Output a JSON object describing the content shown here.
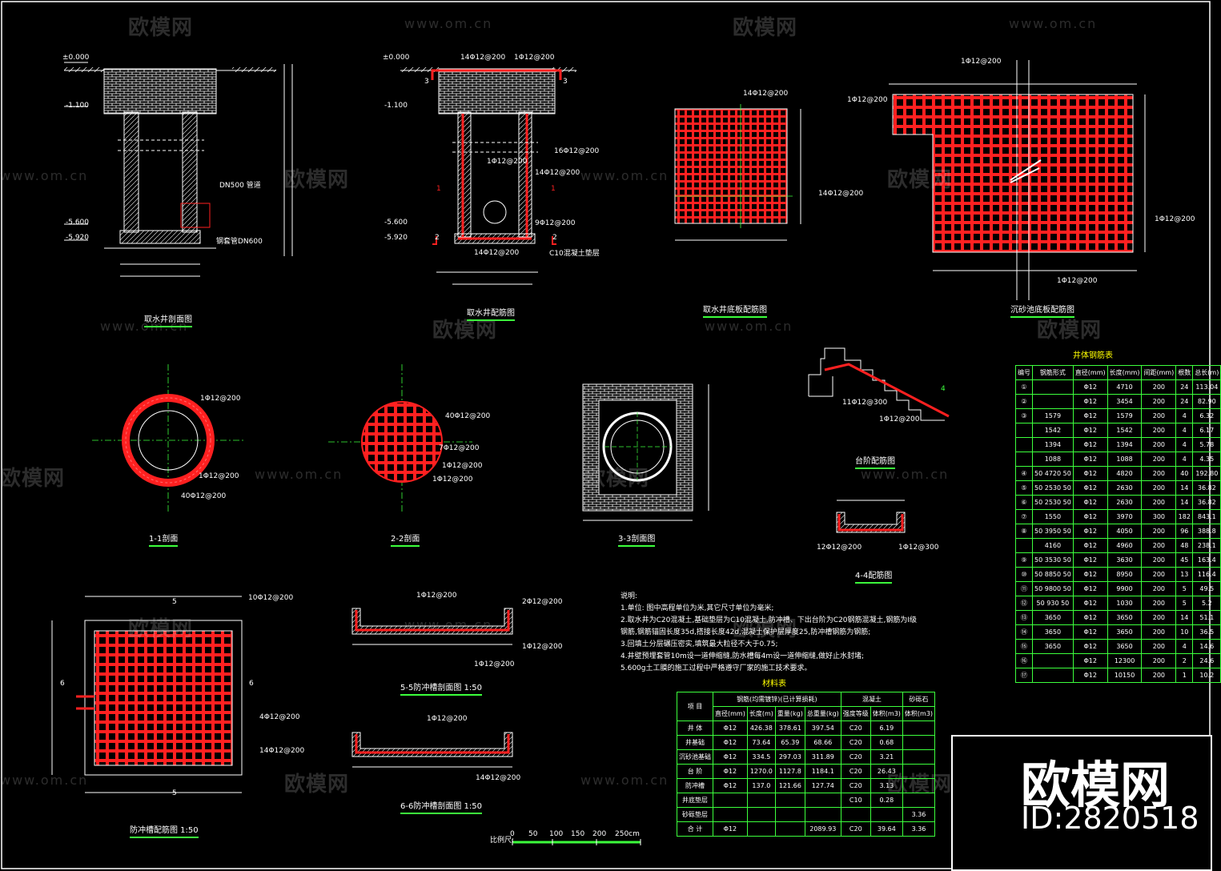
{
  "watermarks": {
    "brand": "欧模网",
    "url": "www.om.cn"
  },
  "logo": {
    "name": "欧模网",
    "id": "ID:2820518"
  },
  "drawings": {
    "titles": {
      "section_a": "取水井剖面图",
      "section_b": "取水井配筋图",
      "base_plan": "取水井底板配筋图",
      "sand_plan": "沉砂池底板配筋图",
      "cut11": "1-1剖面",
      "cut22": "2-2剖面",
      "cut33": "3-3剖面图",
      "stair": "台阶配筋图",
      "cut44": "4-4配筋图",
      "cover_plan": "防冲槽配筋图 1:50",
      "cut55": "5-5防冲槽剖面图 1:50",
      "cut66": "6-6防冲槽剖面图 1:50"
    },
    "levels": [
      "±0.000",
      "-1.100",
      "-5.600",
      "-5.920"
    ],
    "pipes": [
      "DN500 管道",
      "钢套管DN600",
      "C10混凝土垫层"
    ],
    "rebar": [
      "14Φ12@200",
      "1Φ12@200",
      "16Φ12@200",
      "2Φ12@200",
      "4Φ12@200",
      "9Φ12@200",
      "40Φ12@200",
      "7Φ12@200",
      "10Φ12@200",
      "11Φ12@300",
      "12Φ12@200",
      "1Φ12@300"
    ],
    "cut_marks": [
      "1",
      "2",
      "3",
      "4",
      "5",
      "6"
    ]
  },
  "notes": {
    "heading": "说明:",
    "lines": [
      "1.单位: 图中高程单位为米,其它尺寸单位为毫米;",
      "2.取水井为C20混凝土,基础垫层为C10混凝土,防冲槽、下出台阶为C20钢筋混凝土,钢筋为Ⅰ级",
      "   钢筋,钢筋锚固长度35d,搭接长度42d,混凝土保护层厚度25,防冲槽钢筋为钢筋;",
      "3.回填土分层碾压密实,填筑最大粒径不大于0.75;",
      "4.井壁预埋套管10m设一道伸缩缝,防水槽每4m设一道伸缩缝,做好止水封堵;",
      "5.600g土工膜的施工过程中严格遵守厂家的施工技术要求。"
    ]
  },
  "rebar_table": {
    "title": "井体钢筋表",
    "headers": [
      "编号",
      "钢筋形式",
      "直径(mm)",
      "长度(mm)",
      "间距(mm)",
      "根数",
      "总长(m)"
    ],
    "rows": [
      [
        "①",
        "",
        "Φ12",
        "4710",
        "200",
        "24",
        "113.04"
      ],
      [
        "②",
        "",
        "Φ12",
        "3454",
        "200",
        "24",
        "82.90"
      ],
      [
        "③",
        "1579",
        "Φ12",
        "1579",
        "200",
        "4",
        "6.32"
      ],
      [
        "",
        "1542",
        "Φ12",
        "1542",
        "200",
        "4",
        "6.17"
      ],
      [
        "",
        "1394",
        "Φ12",
        "1394",
        "200",
        "4",
        "5.78"
      ],
      [
        "",
        "1088",
        "Φ12",
        "1088",
        "200",
        "4",
        "4.35"
      ],
      [
        "④",
        "50 4720 50",
        "Φ12",
        "4820",
        "200",
        "40",
        "192.80"
      ],
      [
        "⑤",
        "50 2530 50",
        "Φ12",
        "2630",
        "200",
        "14",
        "36.82"
      ],
      [
        "⑥",
        "50 2530 50",
        "Φ12",
        "2630",
        "200",
        "14",
        "36.82"
      ],
      [
        "⑦",
        "1550",
        "Φ12",
        "3970",
        "300",
        "182",
        "843.1"
      ],
      [
        "⑧",
        "50 3950 50",
        "Φ12",
        "4050",
        "200",
        "96",
        "388.8"
      ],
      [
        "",
        "4160",
        "Φ12",
        "4960",
        "200",
        "48",
        "238.1"
      ],
      [
        "⑨",
        "50 3530 50",
        "Φ12",
        "3630",
        "200",
        "45",
        "163.4"
      ],
      [
        "⑩",
        "50 8850 50",
        "Φ12",
        "8950",
        "200",
        "13",
        "116.4"
      ],
      [
        "⑪",
        "50 9800 50",
        "Φ12",
        "9900",
        "200",
        "5",
        "49.5"
      ],
      [
        "⑫",
        "50 930 50",
        "Φ12",
        "1030",
        "200",
        "5",
        "5.2"
      ],
      [
        "⑬",
        "3650",
        "Φ12",
        "3650",
        "200",
        "14",
        "51.1"
      ],
      [
        "⑭",
        "3650",
        "Φ12",
        "3650",
        "200",
        "10",
        "36.5"
      ],
      [
        "⑮",
        "3650",
        "Φ12",
        "3650",
        "200",
        "4",
        "14.6"
      ],
      [
        "⑯",
        "",
        "Φ12",
        "12300",
        "200",
        "2",
        "24.6"
      ],
      [
        "⑰",
        "",
        "Φ12",
        "10150",
        "200",
        "1",
        "10.2"
      ]
    ]
  },
  "material_table": {
    "title": "材料表",
    "group_headers": [
      "项 目",
      "钢筋(均需镀锌)(已计算损耗)",
      "混凝土",
      "砂砾石"
    ],
    "sub_headers": [
      "直径(mm)",
      "长度(m)",
      "重量(kg)",
      "总重量(kg)",
      "强度等级",
      "体积(m3)",
      "体积(m3)"
    ],
    "rows": [
      [
        "井 体",
        "Φ12",
        "426.38",
        "378.61",
        "397.54",
        "C20",
        "6.19",
        ""
      ],
      [
        "井基础",
        "Φ12",
        "73.64",
        "65.39",
        "68.66",
        "C20",
        "0.68",
        ""
      ],
      [
        "沉砂池基础",
        "Φ12",
        "334.5",
        "297.03",
        "311.89",
        "C20",
        "3.21",
        ""
      ],
      [
        "台 阶",
        "Φ12",
        "1270.0",
        "1127.8",
        "1184.1",
        "C20",
        "26.43",
        ""
      ],
      [
        "防冲槽",
        "Φ12",
        "137.0",
        "121.66",
        "127.74",
        "C20",
        "3.13",
        ""
      ],
      [
        "井底垫层",
        "",
        "",
        "",
        "",
        "C10",
        "0.28",
        ""
      ],
      [
        "砂砾垫层",
        "",
        "",
        "",
        "",
        "",
        "",
        "3.36"
      ],
      [
        "合 计",
        "Φ12",
        "",
        "",
        "2089.93",
        "C20",
        "39.64",
        "3.36"
      ]
    ]
  },
  "scale_bar": {
    "label": "比例尺:",
    "ticks": [
      "0",
      "50",
      "100",
      "150",
      "200",
      "250cm"
    ]
  },
  "colors": {
    "background": "#000000",
    "line": "#ffffff",
    "rebar": "#ff2020",
    "frame": "#3cff3c",
    "accent": "#ffff00"
  }
}
